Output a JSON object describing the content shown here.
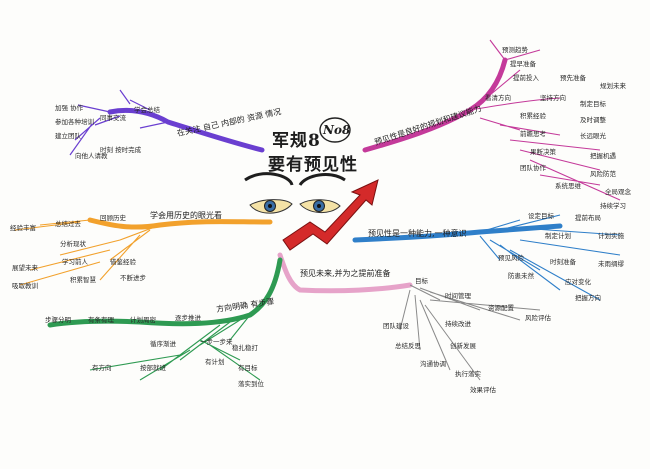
{
  "central": {
    "title_line1": "军规8",
    "title_line2": "要有预见性",
    "badge": "No8"
  },
  "colors": {
    "purple": "#6a3fd0",
    "magenta": "#c43a9a",
    "orange": "#f2a12c",
    "blue": "#2f7fc9",
    "pink": "#e6a3c9",
    "green": "#2e9a52",
    "red": "#d42a2a"
  },
  "branches": {
    "top_left": "在关注 自己 内部的 资源 情况",
    "right_top": "预见性是良好的规划和建议能力",
    "right_mid": "预见性是一种能力,一种意识",
    "right_low": "预见未来,并为之提前准备",
    "left_mid": "学会用历史的眼光看",
    "bottom_left": "方向明确 有步骤"
  },
  "leaves": {
    "top_left": [
      "加强 协作",
      "参加各种培训",
      "建立团队",
      "向他人请教",
      "同事交流",
      "时刻 按时完成",
      "学会总结"
    ],
    "right_top": [
      "预测趋势",
      "提早准备",
      "提前投入",
      "预先准备",
      "规划未来",
      "看清方向",
      "坚持方向",
      "制定目标",
      "积累经验",
      "及时调整",
      "前瞻思考",
      "长远眼光",
      "果断决策",
      "把握机遇",
      "团队协作",
      "风险防范",
      "系统思维",
      "全局观念",
      "持续学习"
    ],
    "right_mid": [
      "设定目标",
      "提前布局",
      "制定计划",
      "计划实施",
      "预见风险",
      "时刻准备",
      "未雨绸缪",
      "防患未然",
      "应对变化",
      "把握方向"
    ],
    "right_low": [
      "目标",
      "时间管理",
      "资源配置",
      "风险评估",
      "团队建设",
      "持续改进",
      "总结反思",
      "创新发展",
      "沟通协调",
      "执行落实",
      "效果评估"
    ],
    "left_mid": [
      "经验丰富",
      "总结过去",
      "回顾历史",
      "分析现状",
      "展望未来",
      "学习前人",
      "借鉴经验",
      "吸取教训",
      "积累智慧",
      "不断进步"
    ],
    "bottom_left": [
      "步骤分明",
      "有条有理",
      "计划周密",
      "逐步推进",
      "循序渐进",
      "一步一步来",
      "稳扎稳打",
      "有计划",
      "有目标",
      "有方向",
      "按部就班",
      "落实到位"
    ]
  }
}
